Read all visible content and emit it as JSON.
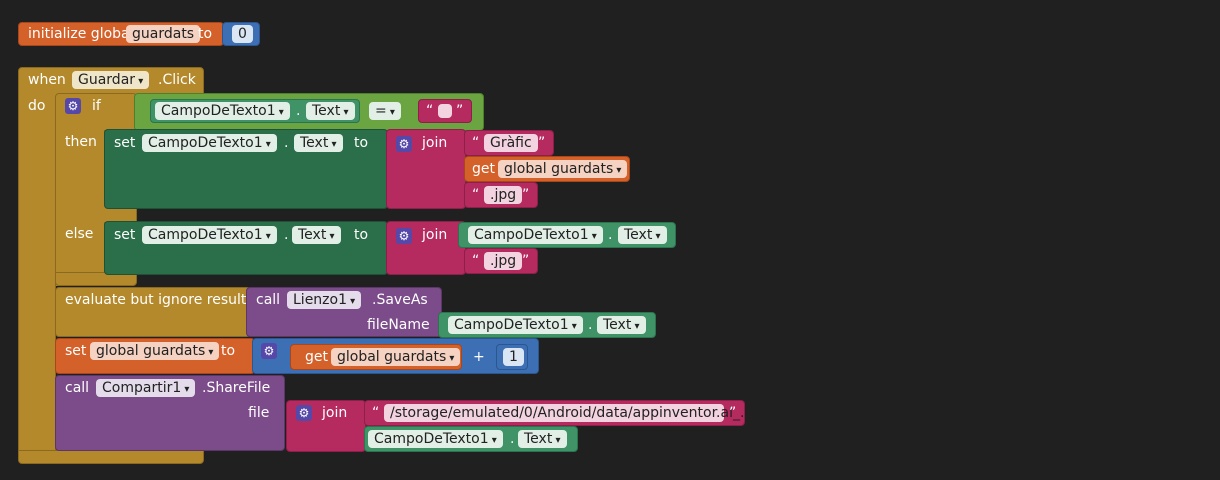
{
  "init": {
    "label_initialize": "initialize global",
    "var_name": "guardats",
    "label_to": "to",
    "value": "0"
  },
  "event": {
    "label_when": "when",
    "component": "Guardar",
    "event_name": ".Click",
    "label_do": "do"
  },
  "if_block": {
    "label_if": "if",
    "cond_component": "CampoDeTexto1",
    "cond_dot": ".",
    "cond_property": "Text",
    "cond_operator": "=",
    "cond_quote_open": "“",
    "cond_quote_close": "”",
    "label_then": "then",
    "label_else": "else"
  },
  "then_set": {
    "label_set": "set",
    "component": "CampoDeTexto1",
    "dot": ".",
    "property": "Text",
    "label_to": "to",
    "label_join": "join",
    "str1": "Gràfic",
    "get_label": "get",
    "get_var": "global guardats",
    "str2": ".jpg",
    "q_open": "“",
    "q_close": "”"
  },
  "else_set": {
    "label_set": "set",
    "component": "CampoDeTexto1",
    "dot": ".",
    "property": "Text",
    "label_to": "to",
    "label_join": "join",
    "arg_component": "CampoDeTexto1",
    "arg_dot": ".",
    "arg_property": "Text",
    "str2": ".jpg",
    "q_open": "“",
    "q_close": "”"
  },
  "evaluate": {
    "label": "evaluate but ignore result",
    "label_call": "call",
    "component": "Lienzo1",
    "method": ".SaveAs",
    "param_label": "fileName",
    "arg_component": "CampoDeTexto1",
    "arg_dot": ".",
    "arg_property": "Text"
  },
  "increment": {
    "label_set": "set",
    "var": "global guardats",
    "label_to": "to",
    "get_label": "get",
    "get_var": "global guardats",
    "operator": "+",
    "number": "1"
  },
  "share": {
    "label_call": "call",
    "component": "Compartir1",
    "method": ".ShareFile",
    "param_label": "file",
    "label_join": "join",
    "path": "/storage/emulated/0/Android/data/appinventor.ai_...",
    "q_open": "“",
    "q_close": "”",
    "arg_component": "CampoDeTexto1",
    "arg_dot": ".",
    "arg_property": "Text"
  },
  "colors": {
    "background": "#202020",
    "control": "#b3892b",
    "component_setter": "#2b6e4a",
    "component_getter": "#3f9366",
    "text": "#b52a5f",
    "variable": "#d4602a",
    "math": "#3d6fb5",
    "procedure_call": "#7b4b8a",
    "logic": "#6aa541"
  },
  "icons": {
    "mutator": "gear-icon",
    "dropdown": "chevron-down-icon"
  }
}
